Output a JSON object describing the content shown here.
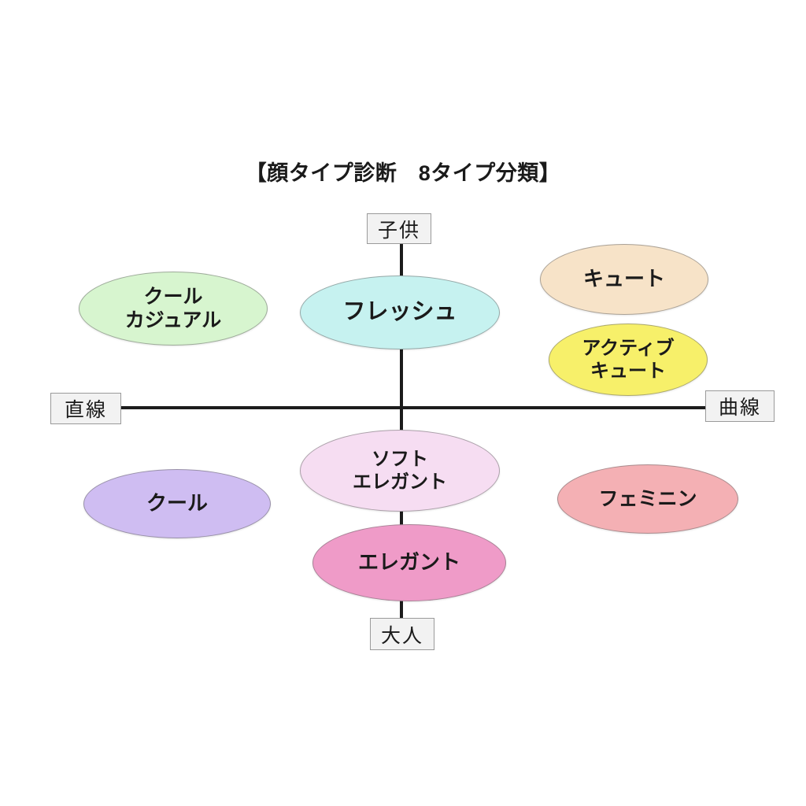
{
  "chart_data": {
    "type": "scatter",
    "title": "【顔タイプ診断　8タイプ分類】",
    "xlabel": "",
    "ylabel": "",
    "grid": false,
    "legend": "none",
    "axes": {
      "vertical": {
        "top_label": "子供",
        "bottom_label": "大人"
      },
      "horizontal": {
        "left_label": "直線",
        "right_label": "曲線"
      }
    },
    "x": [
      -0.62,
      0.0,
      0.52,
      0.5,
      -0.62,
      0.0,
      0.0,
      0.55
    ],
    "y": [
      0.38,
      0.36,
      0.5,
      0.26,
      -0.28,
      -0.18,
      -0.44,
      -0.28
    ],
    "labels": [
      "クール\nカジュアル",
      "フレッシュ",
      "キュート",
      "アクティブ\nキュート",
      "クール",
      "ソフト\nエレガント",
      "エレガント",
      "フェミニン"
    ],
    "colors": [
      "#d7f5cf",
      "#c6f2f0",
      "#f7e3c8",
      "#f7f06a",
      "#cfbdf2",
      "#f6ddf2",
      "#ef9bc8",
      "#f4b0b4"
    ],
    "xlim": [
      -1,
      1
    ],
    "ylim": [
      -1,
      1
    ]
  },
  "title": "【顔タイプ診断　8タイプ分類】",
  "axis_labels": {
    "top": "子供",
    "bottom": "大人",
    "left": "直線",
    "right": "曲線"
  },
  "nodes": [
    {
      "id": "cool-casual",
      "label": "クール\nカジュアル",
      "color": "#d7f5cf",
      "quadrant": "upper-left"
    },
    {
      "id": "fresh",
      "label": "フレッシュ",
      "color": "#c6f2f0",
      "quadrant": "upper-center"
    },
    {
      "id": "cute",
      "label": "キュート",
      "color": "#f7e3c8",
      "quadrant": "upper-right"
    },
    {
      "id": "active-cute",
      "label": "アクティブ\nキュート",
      "color": "#f7f06a",
      "quadrant": "upper-right"
    },
    {
      "id": "cool",
      "label": "クール",
      "color": "#cfbdf2",
      "quadrant": "lower-left"
    },
    {
      "id": "soft-elegant",
      "label": "ソフト\nエレガント",
      "color": "#f6ddf2",
      "quadrant": "lower-center"
    },
    {
      "id": "elegant",
      "label": "エレガント",
      "color": "#ef9bc8",
      "quadrant": "lower-center"
    },
    {
      "id": "feminine",
      "label": "フェミニン",
      "color": "#f4b0b4",
      "quadrant": "lower-right"
    }
  ],
  "colors": {
    "background": "#ffffff",
    "axis": "#1c1c1c",
    "label_box_fill": "#f2f2f2",
    "label_box_border": "#9a9a9a",
    "text": "#1a1a1a"
  }
}
